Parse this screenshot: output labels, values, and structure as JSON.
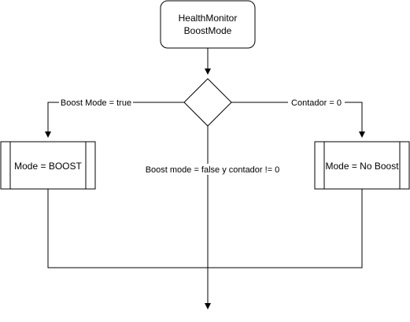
{
  "start_node": {
    "line1": "HealthMonitor",
    "line2": "BoostMode"
  },
  "decision": {
    "label": ""
  },
  "left_branch": {
    "edge_label": "Boost Mode = true",
    "process_label": "Mode = BOOST"
  },
  "right_branch": {
    "edge_label": "Contador  = 0",
    "process_label": "Mode = No Boost"
  },
  "middle_branch": {
    "edge_label": "Boost mode = false y contador != 0"
  },
  "colors": {
    "stroke": "#000000",
    "fill": "#ffffff",
    "text": "#000000"
  }
}
